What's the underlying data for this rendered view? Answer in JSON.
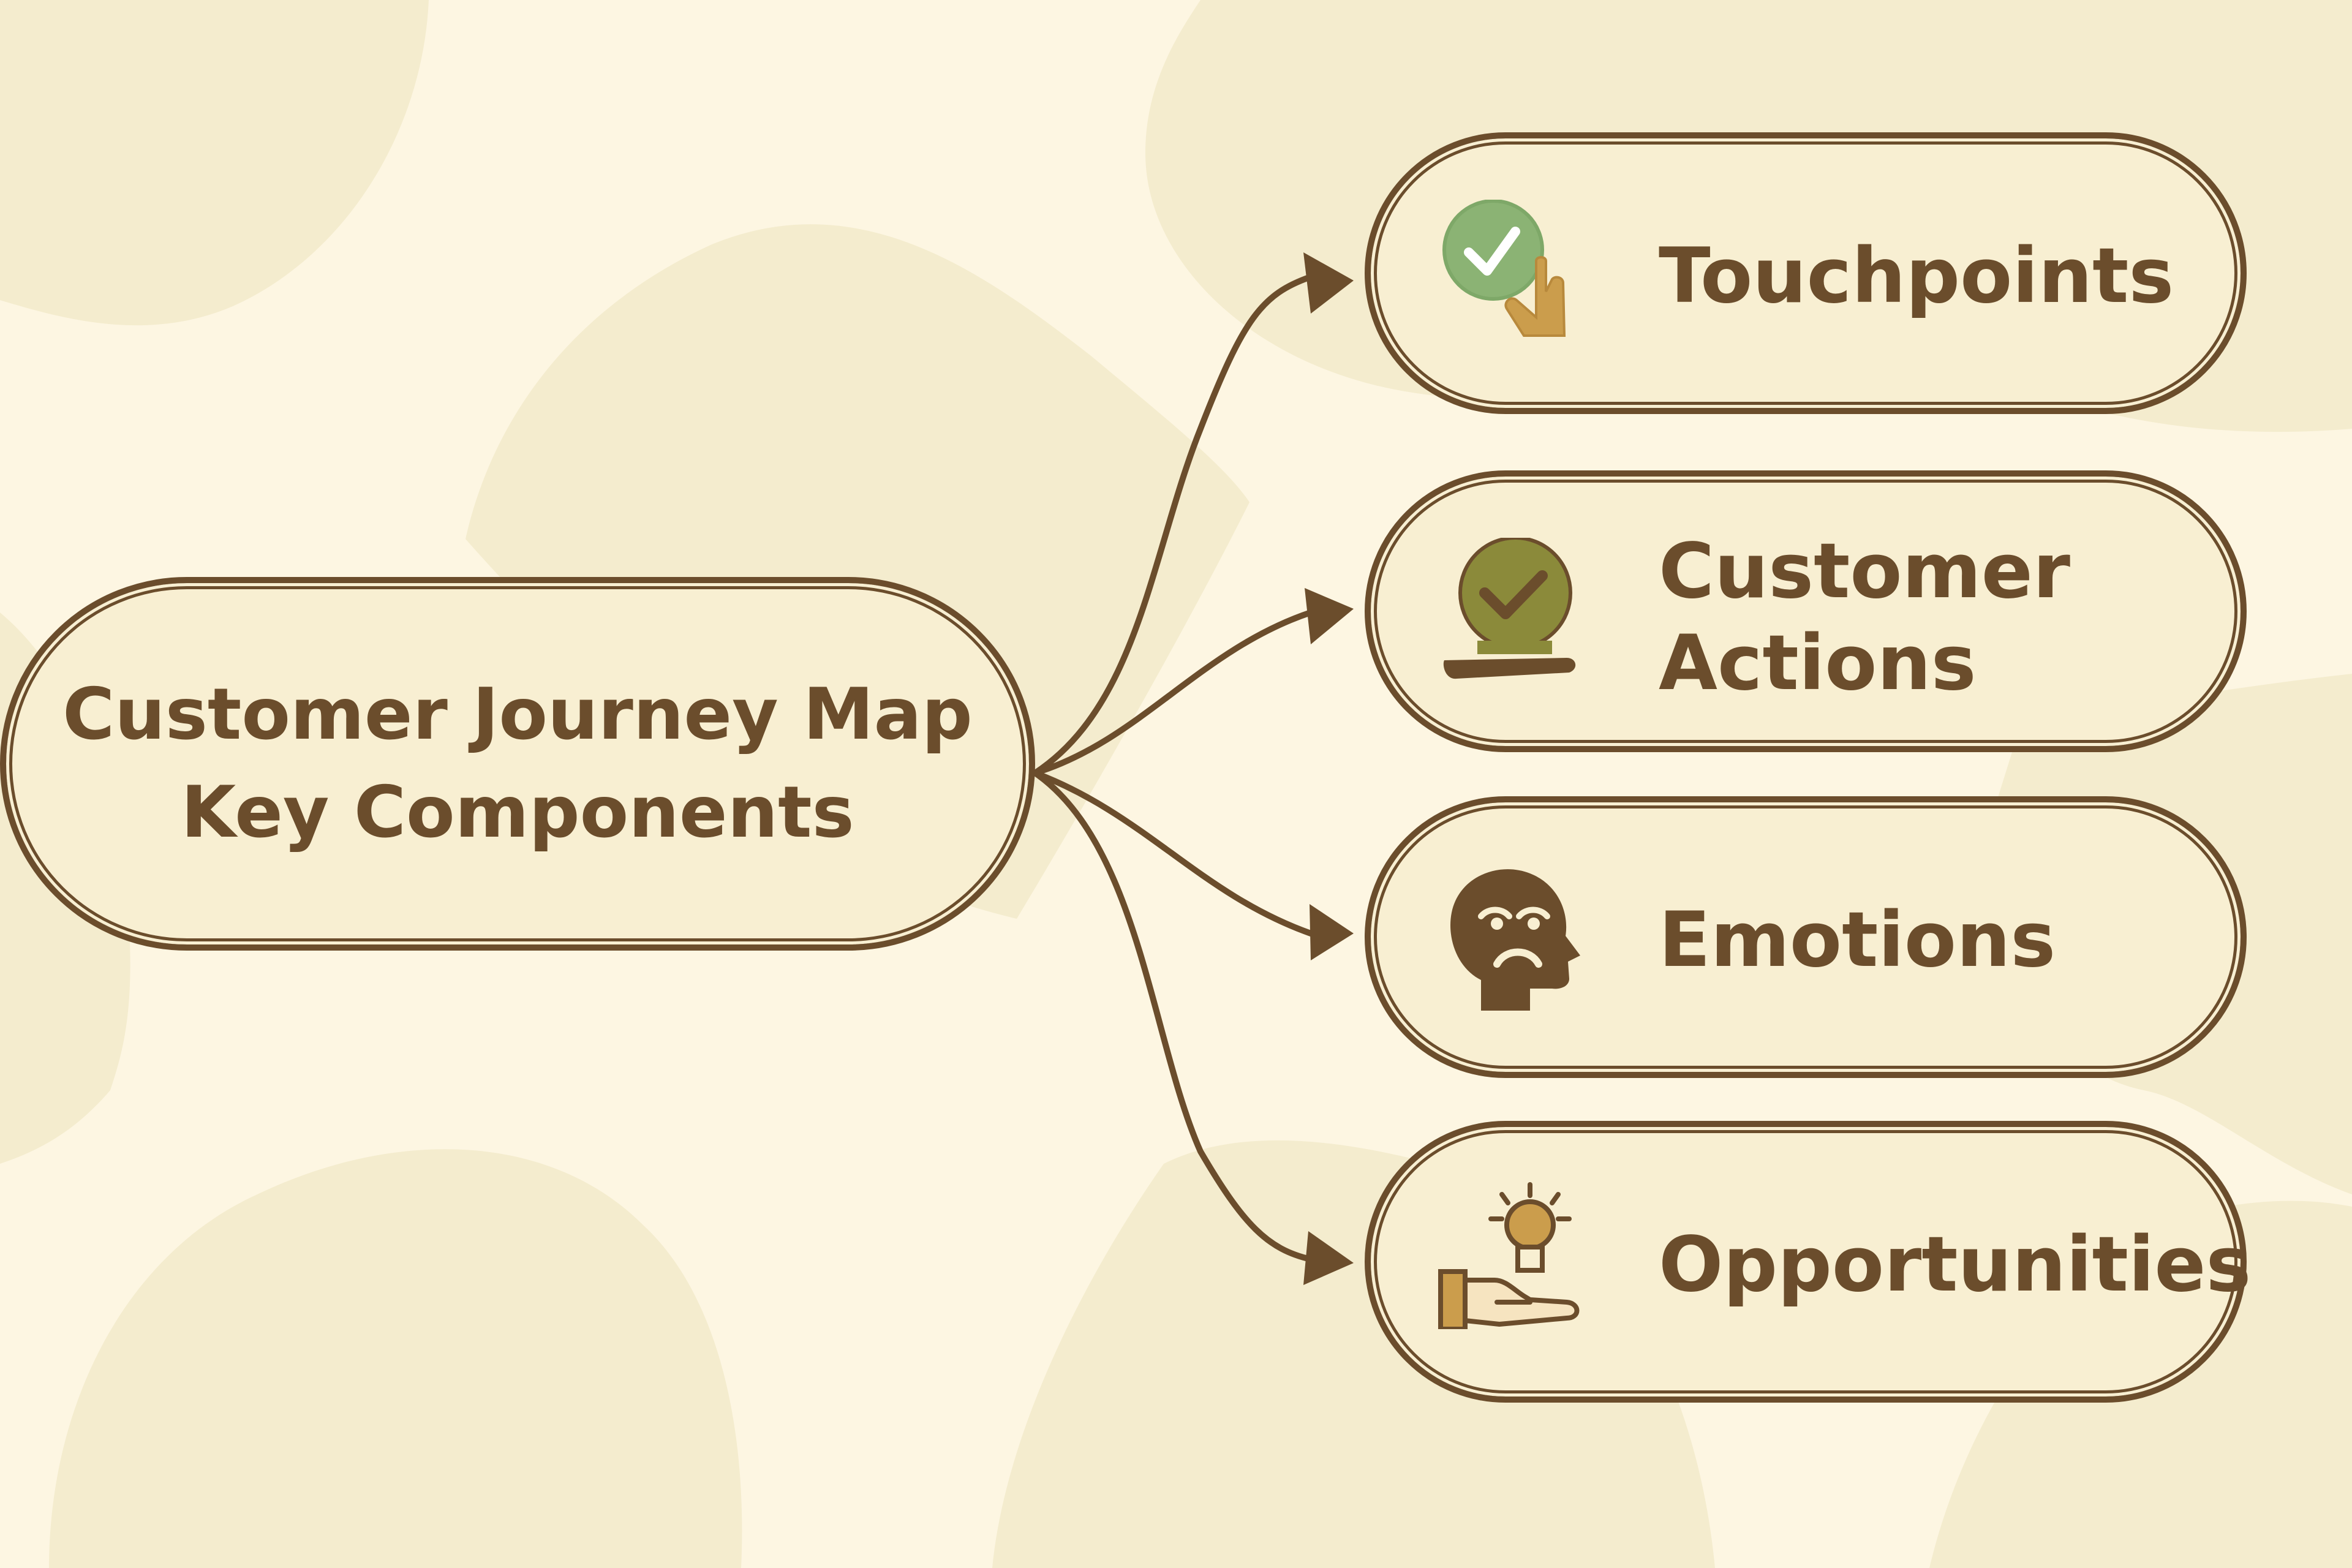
{
  "diagram": {
    "root": {
      "title_line1": "Customer Journey Map",
      "title_line2": "Key Components"
    },
    "components": [
      {
        "label": "Touchpoints",
        "icon": "touch-check-icon"
      },
      {
        "label_line1": "Customer",
        "label_line2": "Actions",
        "icon": "hand-check-icon"
      },
      {
        "label": "Emotions",
        "icon": "sad-head-icon"
      },
      {
        "label": "Opportunities",
        "icon": "lightbulb-hand-icon"
      }
    ]
  },
  "colors": {
    "background": "#fdf6e2",
    "blob": "#f4ecce",
    "node_fill": "#f8efd2",
    "outline": "#6b4d2c",
    "icon_green": "#8bb374",
    "icon_olive": "#8b8a3a",
    "icon_gold": "#cb9d4c"
  }
}
